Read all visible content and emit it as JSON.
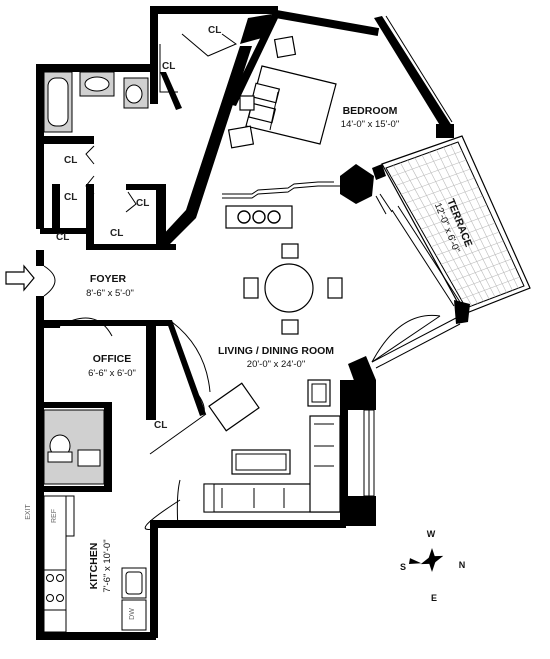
{
  "rooms": {
    "bedroom": {
      "name": "BEDROOM",
      "dims": "14'-0\" x 15'-0\""
    },
    "terrace": {
      "name": "TERRACE",
      "dims": "12'-0\" x 6'-0\""
    },
    "foyer": {
      "name": "FOYER",
      "dims": "8'-6\" x 5'-0\""
    },
    "office": {
      "name": "OFFICE",
      "dims": "6'-6\" x 6'-0\""
    },
    "living": {
      "name": "LIVING / DINING ROOM",
      "dims": "20'-0\" x 24'-0\""
    },
    "kitchen": {
      "name": "KITCHEN",
      "dims": "7'-6\" x 10'-0\""
    }
  },
  "closets": {
    "label": "CL"
  },
  "fixtures": {
    "exit": "EXIT",
    "ref": "REF",
    "dw": "DW"
  },
  "compass": {
    "w": "W",
    "s": "S",
    "n": "N",
    "e": "E"
  }
}
